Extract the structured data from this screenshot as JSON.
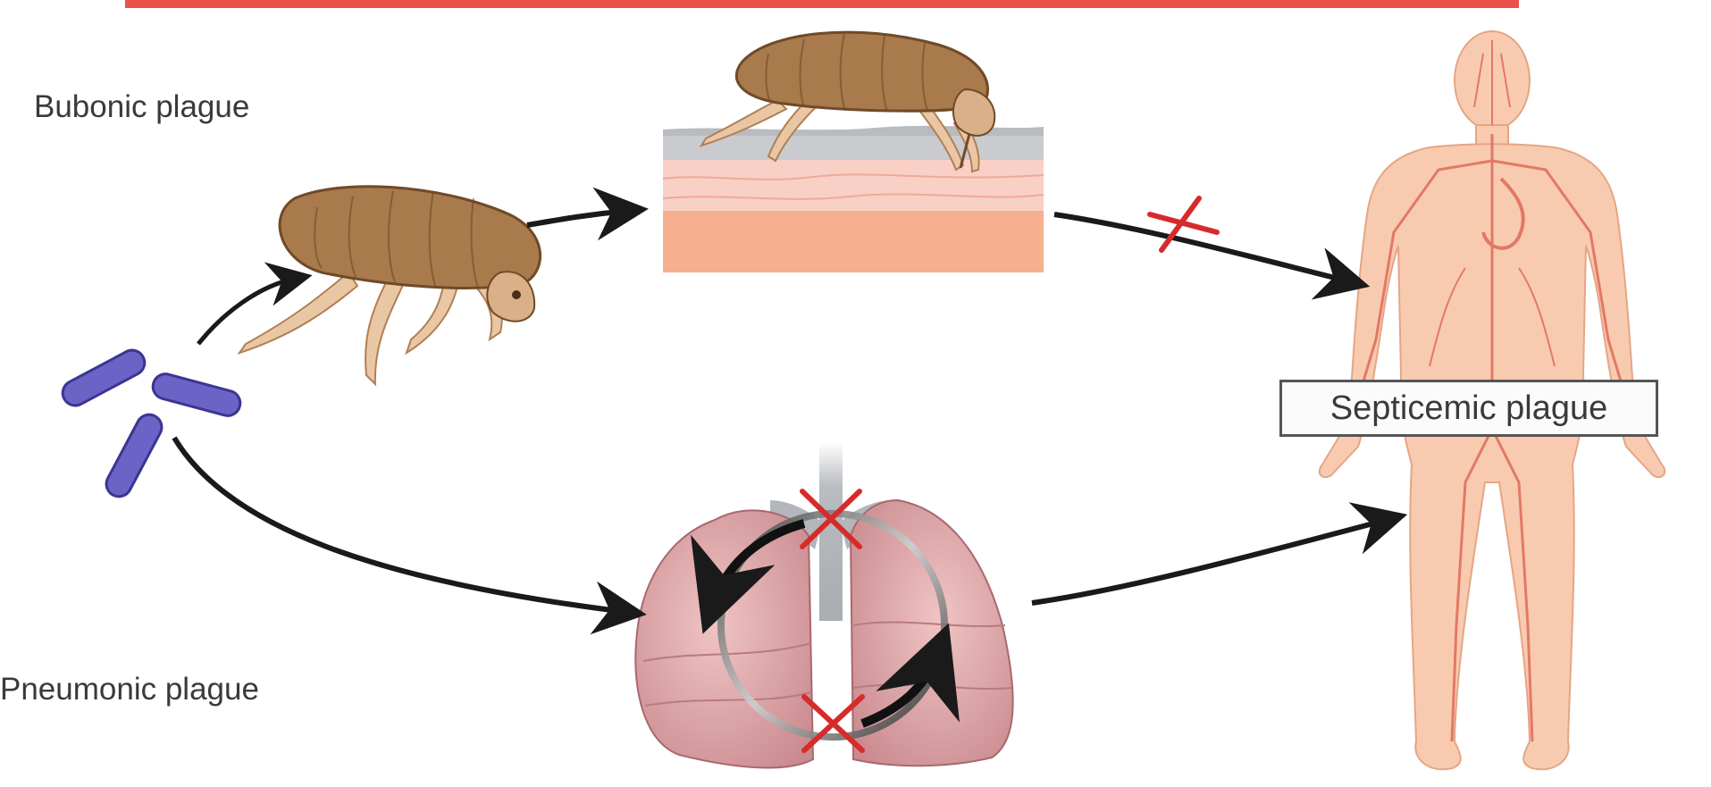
{
  "labels": {
    "bubonic": "Bubonic plague",
    "pneumonic": "Pneumonic plague",
    "septicemic": "Septicemic plague"
  },
  "icons": {
    "bacteria": "bacteria-rods-icon",
    "flea": "flea-icon",
    "skin": "skin-layers-icon",
    "lungs": "lungs-icon",
    "body": "human-circulatory-body-icon",
    "blocked": "red-x-mark-icon"
  },
  "colors": {
    "title_strip": "#e8332b",
    "bacteria": "#6b63c6",
    "flea_body": "#a87a4c",
    "flea_legs": "#e7c3a0",
    "skin_top": "#c9cbce",
    "skin_dermis": "#f7c4b6",
    "skin_fat": "#f6b08f",
    "lungs": "#d9a2a2",
    "body": "#f8cbb0",
    "vessels": "#e06a58",
    "arrow": "#1a1a1a",
    "x_mark": "#d62b2b"
  }
}
